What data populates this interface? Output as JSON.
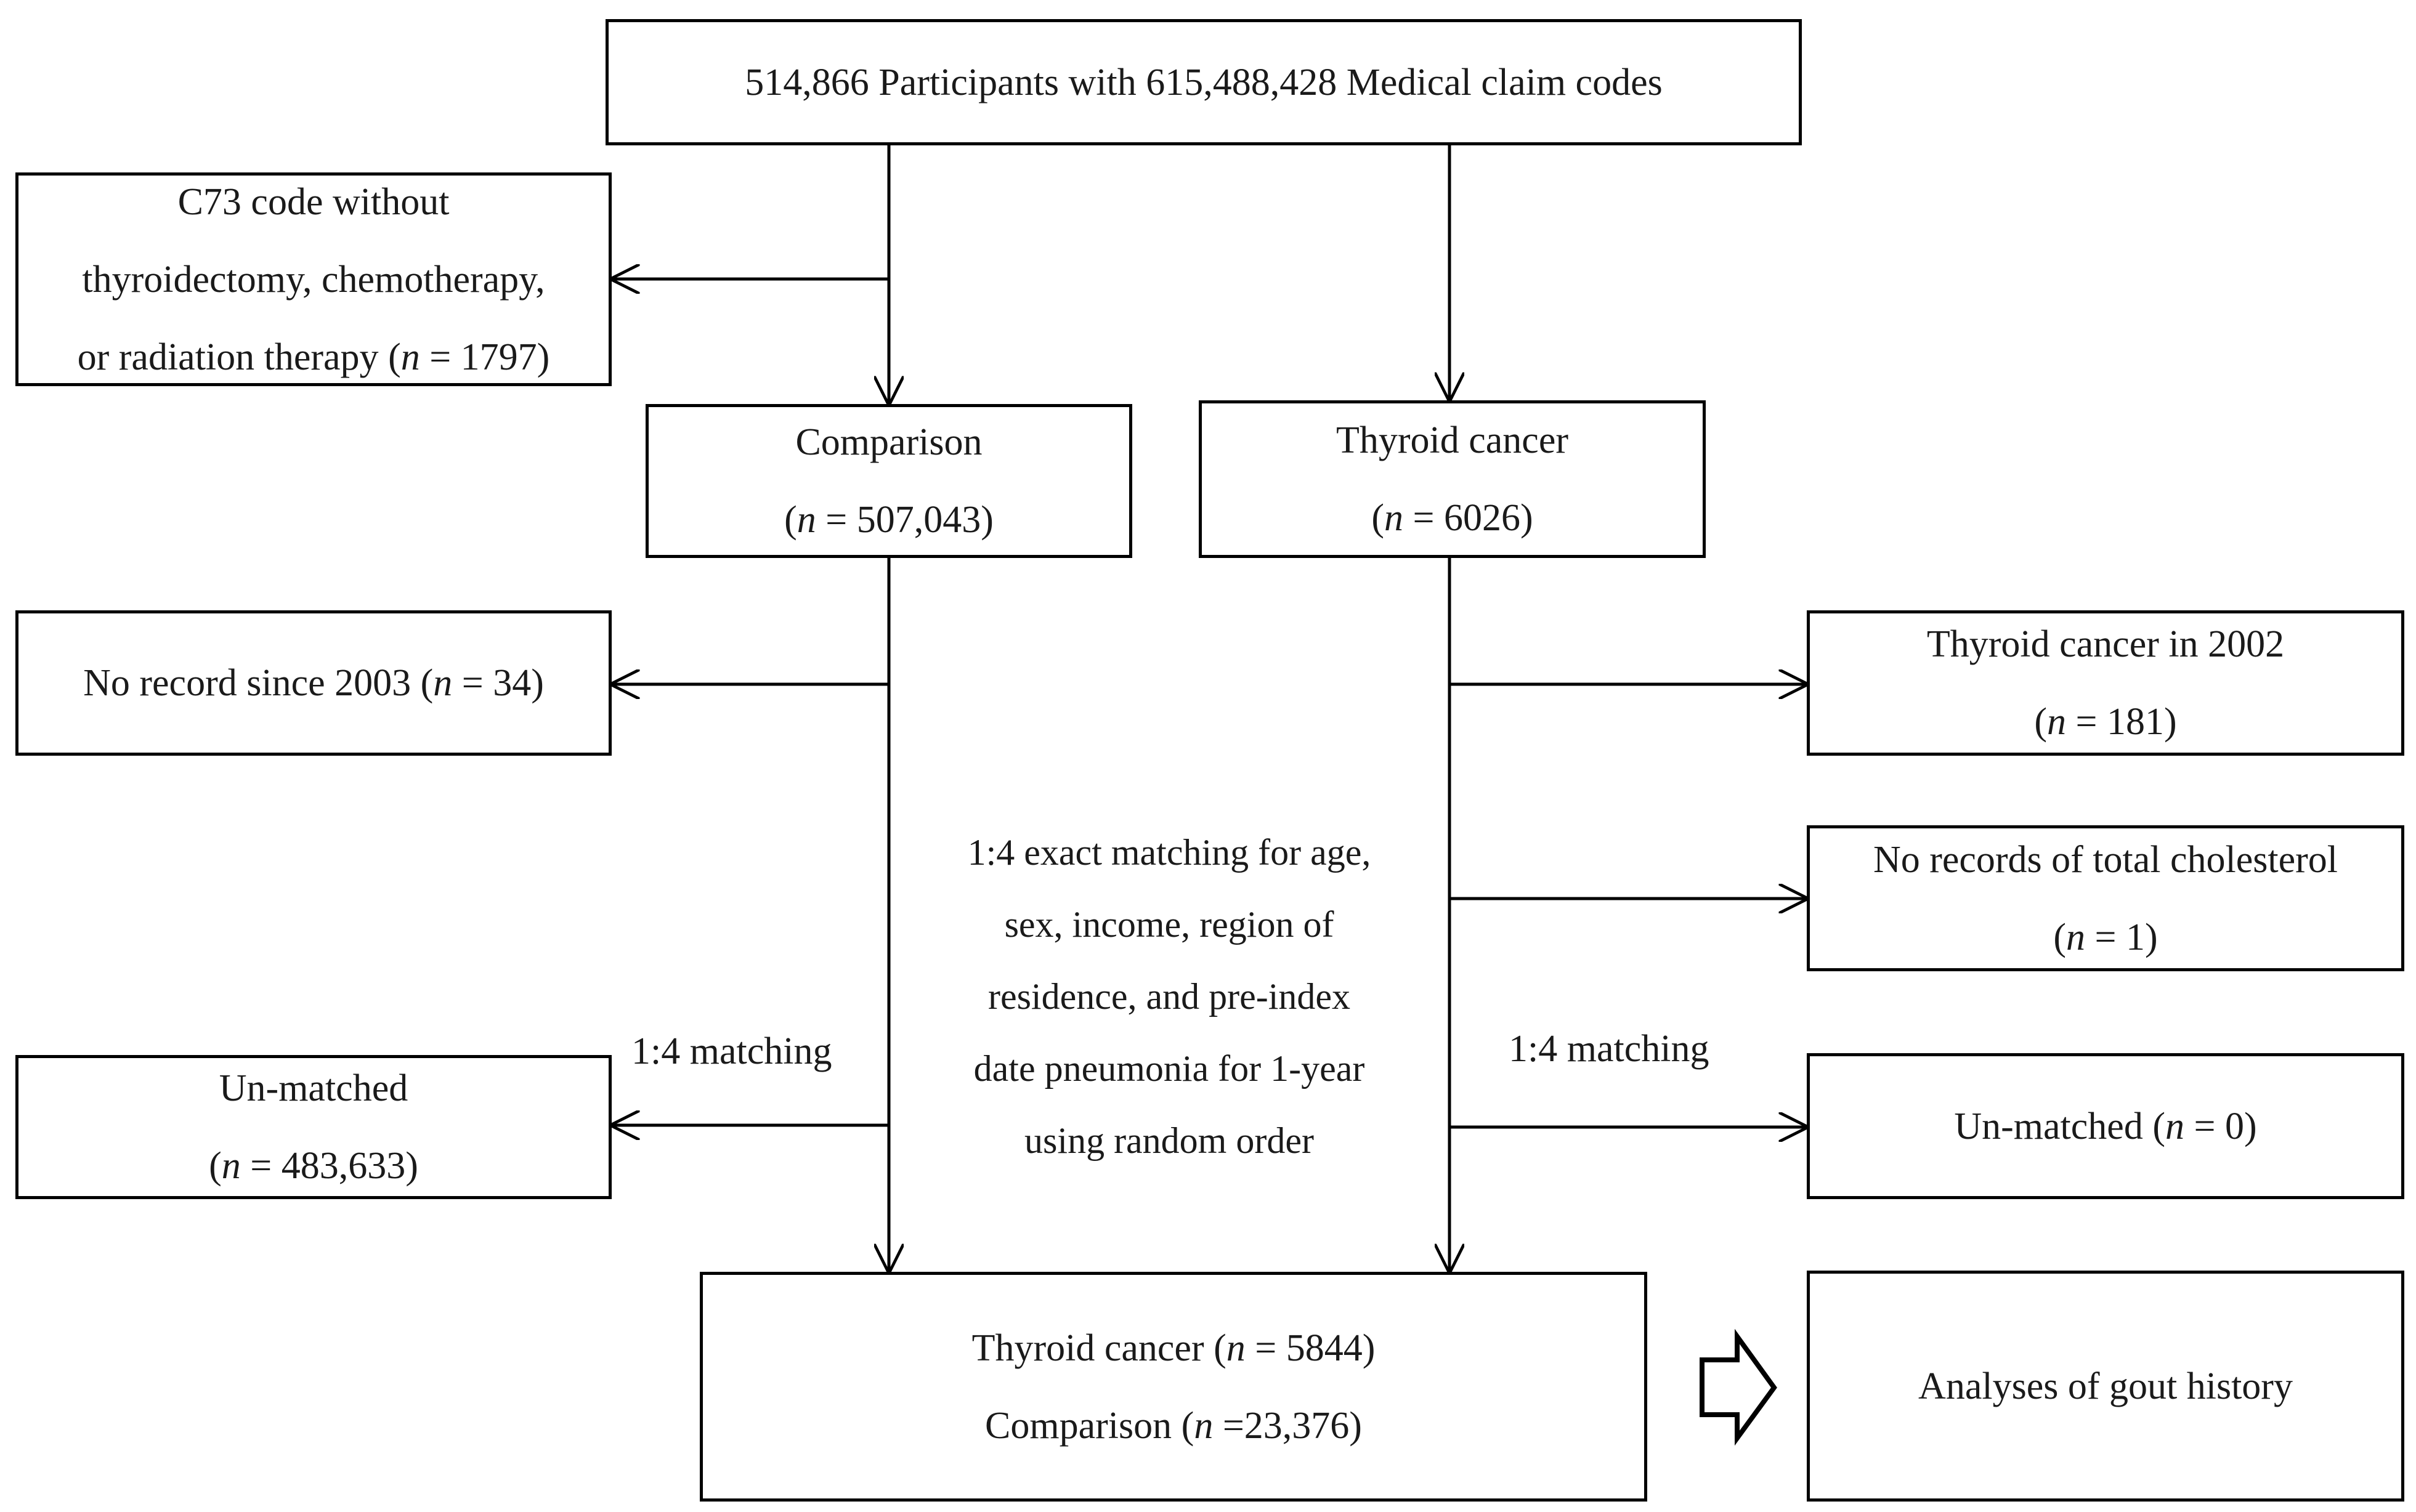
{
  "top": {
    "lines": [
      "514,866 Participants with  615,488,428 Medical claim codes"
    ]
  },
  "excluded_c73": {
    "lines": [
      "C73 code without",
      "thyroidectomy, chemotherapy,",
      "or radiation therapy (n = 1797)"
    ]
  },
  "comparison": {
    "lines": [
      "Comparison",
      "(n = 507,043)"
    ]
  },
  "thyroid_cancer": {
    "lines": [
      "Thyroid cancer",
      "(n = 6026)"
    ]
  },
  "no_record_2003": {
    "lines": [
      "No record since 2003 (n = 34)"
    ]
  },
  "thyroid_2002": {
    "lines": [
      "Thyroid cancer in 2002",
      "(n = 181)"
    ]
  },
  "no_cholesterol": {
    "lines": [
      "No records of total cholesterol",
      "(n = 1)"
    ]
  },
  "unmatched_comparison": {
    "lines": [
      "Un-matched",
      "(n = 483,633)"
    ]
  },
  "unmatched_thyroid": {
    "lines": [
      "Un-matched (n = 0)"
    ]
  },
  "matching_note": {
    "lines": [
      "1:4 exact matching for age,",
      "sex, income, region of",
      "residence, and pre-index",
      "date pneumonia for 1-year",
      "using random order"
    ]
  },
  "matching_label_left": "1:4 matching",
  "matching_label_right": "1:4 matching",
  "final": {
    "lines": [
      "Thyroid cancer (n = 5844)",
      "Comparison (n =23,376)"
    ]
  },
  "analysis": {
    "lines": [
      "Analyses of gout history"
    ]
  }
}
